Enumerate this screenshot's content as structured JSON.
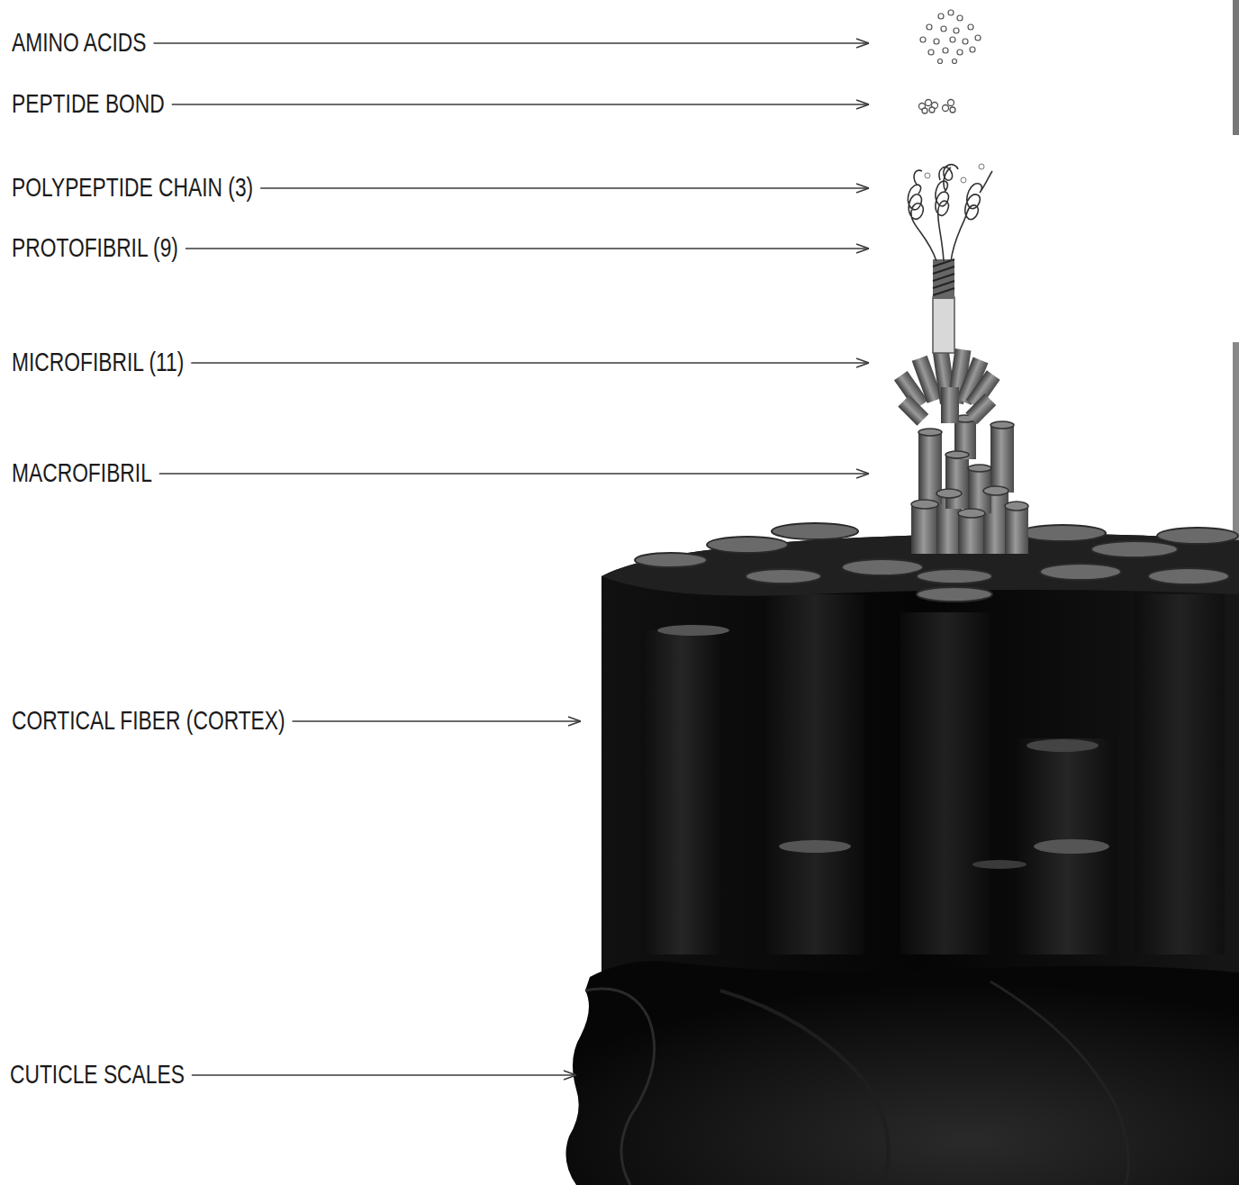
{
  "diagram": {
    "labels": [
      "AMINO ACIDS",
      "PEPTIDE BOND",
      "POLYPEPTIDE CHAIN (3)",
      "PROTOFIBRIL (9)",
      "MICROFIBRIL (11)",
      "MACROFIBRIL",
      "CORTICAL FIBER (CORTEX)",
      "CUTICLE SCALES"
    ]
  }
}
